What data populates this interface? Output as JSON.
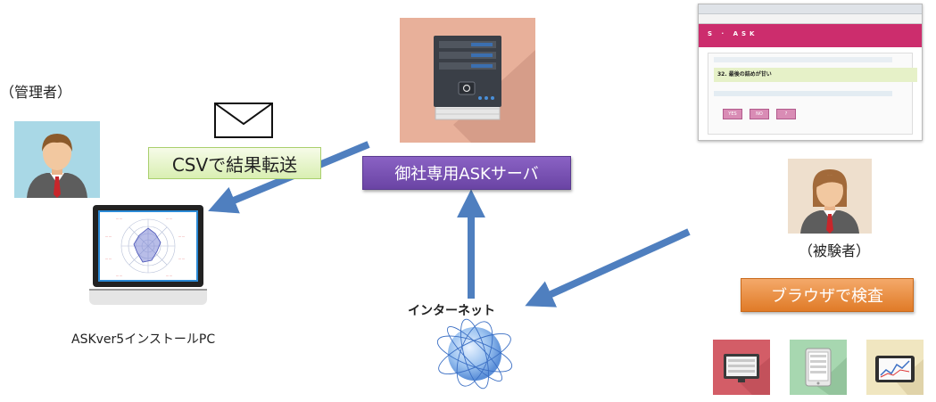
{
  "labels": {
    "admin": "（管理者）",
    "subject": "（被験者）",
    "pc": "ASKver5インストールPC",
    "internet": "インターネット"
  },
  "banners": {
    "server": "御社専用ASKサーバ",
    "csv": "CSVで結果転送",
    "browser": "ブラウザで検査"
  },
  "browser_screenshot": {
    "logo": "S · ASK",
    "question": "32. 最後の詰めが甘い",
    "buttons": [
      "YES",
      "NO",
      "?"
    ]
  },
  "colors": {
    "arrow": "#4f7fbf",
    "server_banner": "#7a52b4",
    "csv_box": "#d9efb2",
    "browser_banner": "#ea8c3f",
    "ask_header": "#cc2d6d"
  }
}
